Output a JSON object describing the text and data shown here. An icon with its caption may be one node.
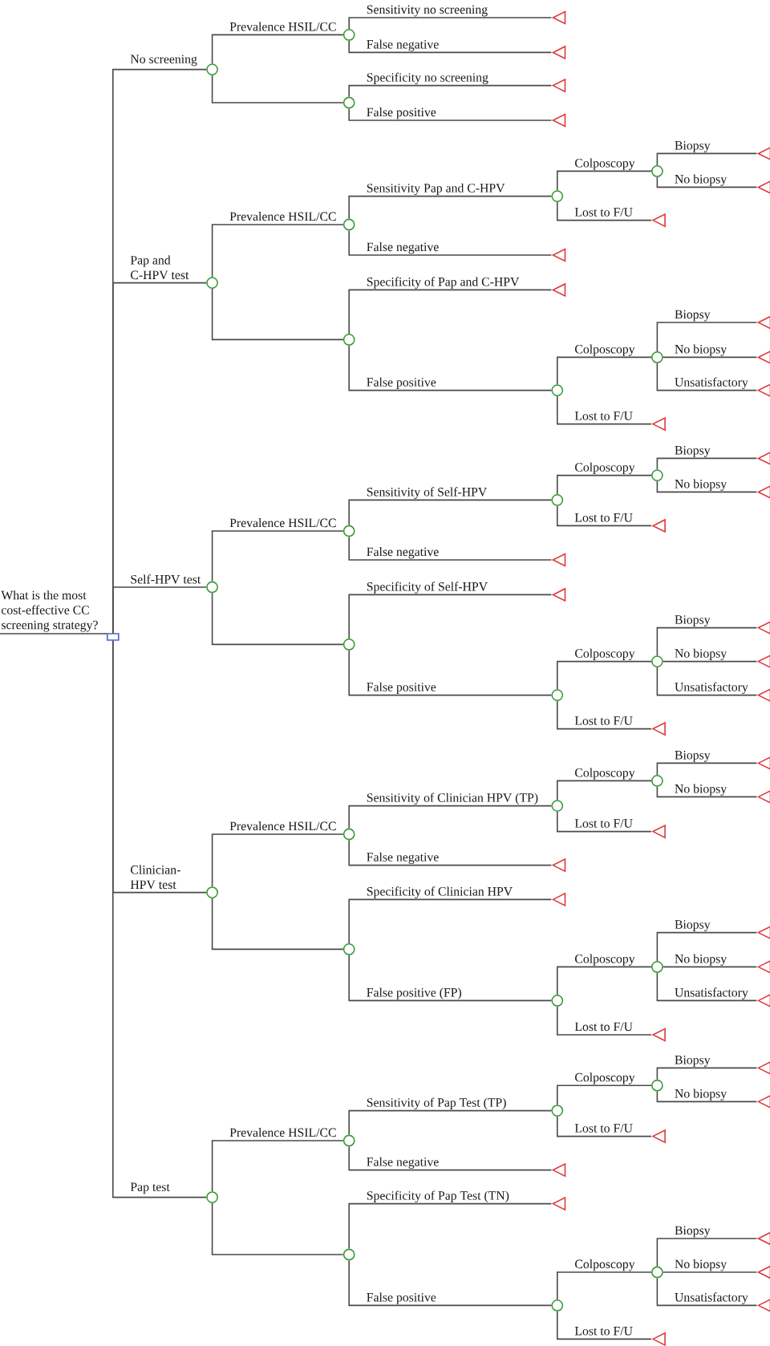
{
  "diagram": {
    "nodes": [
      {
        "text": [],
        "shape": "box",
        "beside": [
          "What is the most cost-effective CC screening strategy?"
        ]
      },
      {
        "text": [],
        "shape": "circle"
      },
      {
        "text": [],
        "shape": "circle"
      },
      {
        "text": [],
        "shape": "triangle"
      },
      {
        "text": [],
        "shape": "triangle"
      },
      {
        "text": [],
        "shape": "circle"
      },
      {
        "text": [],
        "shape": "triangle"
      },
      {
        "text": [],
        "shape": "triangle"
      },
      {
        "text": [],
        "shape": "circle"
      },
      {
        "text": [],
        "shape": "circle"
      },
      {
        "text": [],
        "shape": "circle"
      },
      {
        "text": [],
        "shape": "circle"
      },
      {
        "text": [],
        "shape": "triangle"
      },
      {
        "text": [],
        "shape": "triangle"
      },
      {
        "text": [],
        "shape": "triangle"
      },
      {
        "text": [],
        "shape": "triangle"
      },
      {
        "text": [],
        "shape": "circle"
      },
      {
        "text": [],
        "shape": "triangle"
      },
      {
        "text": [],
        "shape": "circle"
      },
      {
        "text": [],
        "shape": "circle"
      },
      {
        "text": [],
        "shape": "triangle"
      },
      {
        "text": [],
        "shape": "triangle"
      },
      {
        "text": [],
        "shape": "triangle"
      },
      {
        "text": [],
        "shape": "triangle"
      },
      {
        "text": [],
        "shape": "circle"
      },
      {
        "text": [],
        "shape": "circle"
      },
      {
        "text": [],
        "shape": "circle"
      },
      {
        "text": [],
        "shape": "circle"
      },
      {
        "text": [],
        "shape": "triangle"
      },
      {
        "text": [],
        "shape": "triangle"
      },
      {
        "text": [],
        "shape": "triangle"
      },
      {
        "text": [],
        "shape": "triangle"
      },
      {
        "text": [],
        "shape": "circle"
      },
      {
        "text": [],
        "shape": "triangle"
      },
      {
        "text": [],
        "shape": "circle"
      },
      {
        "text": [],
        "shape": "circle"
      },
      {
        "text": [],
        "shape": "triangle"
      },
      {
        "text": [],
        "shape": "triangle"
      },
      {
        "text": [],
        "shape": "triangle"
      },
      {
        "text": [],
        "shape": "triangle"
      },
      {
        "text": [],
        "shape": "circle"
      },
      {
        "text": [],
        "shape": "circle"
      },
      {
        "text": [],
        "shape": "circle"
      },
      {
        "text": [],
        "shape": "circle"
      },
      {
        "text": [],
        "shape": "triangle"
      },
      {
        "text": [],
        "shape": "triangle"
      },
      {
        "text": [],
        "shape": "triangle"
      },
      {
        "text": [],
        "shape": "triangle"
      },
      {
        "text": [],
        "shape": "circle"
      },
      {
        "text": [],
        "shape": "triangle"
      },
      {
        "text": [],
        "shape": "circle"
      },
      {
        "text": [],
        "shape": "circle"
      },
      {
        "text": [],
        "shape": "triangle"
      },
      {
        "text": [],
        "shape": "triangle"
      },
      {
        "text": [],
        "shape": "triangle"
      },
      {
        "text": [],
        "shape": "triangle"
      },
      {
        "text": [],
        "shape": "circle"
      },
      {
        "text": [],
        "shape": "circle"
      },
      {
        "text": [],
        "shape": "circle"
      },
      {
        "text": [],
        "shape": "circle"
      },
      {
        "text": [],
        "shape": "triangle"
      },
      {
        "text": [],
        "shape": "triangle"
      },
      {
        "text": [],
        "shape": "triangle"
      },
      {
        "text": [],
        "shape": "triangle"
      },
      {
        "text": [],
        "shape": "circle"
      },
      {
        "text": [],
        "shape": "triangle"
      },
      {
        "text": [],
        "shape": "circle"
      },
      {
        "text": [],
        "shape": "circle"
      },
      {
        "text": [],
        "shape": "triangle"
      },
      {
        "text": [],
        "shape": "triangle"
      },
      {
        "text": [],
        "shape": "triangle"
      },
      {
        "text": [],
        "shape": "triangle"
      }
    ],
    "edges": [
      {
        "from": 0,
        "to": 1,
        "arrow": "none",
        "label": "No screening"
      },
      {
        "from": 1,
        "to": 2,
        "arrow": "none",
        "label": "Prevalence HSIL/CC"
      },
      {
        "from": 2,
        "to": 3,
        "arrow": "none",
        "label": "Sensitivity no screening"
      },
      {
        "from": 2,
        "to": 4,
        "arrow": "none",
        "label": "False negative"
      },
      {
        "from": 1,
        "to": 5,
        "arrow": "none"
      },
      {
        "from": 5,
        "to": 6,
        "arrow": "none",
        "label": "Specificity no screening"
      },
      {
        "from": 5,
        "to": 7,
        "arrow": "none",
        "label": "False positive"
      },
      {
        "from": 0,
        "to": 8,
        "arrow": "none",
        "label": "Pap and C-HPV test"
      },
      {
        "from": 8,
        "to": 9,
        "arrow": "none",
        "label": "Prevalence HSIL/CC"
      },
      {
        "from": 9,
        "to": 10,
        "arrow": "none",
        "label": "Sensitivity Pap and C-HPV"
      },
      {
        "from": 10,
        "to": 11,
        "arrow": "none",
        "label": "Colposcopy"
      },
      {
        "from": 11,
        "to": 12,
        "arrow": "none",
        "label": "Biopsy"
      },
      {
        "from": 11,
        "to": 13,
        "arrow": "none",
        "label": "No biopsy"
      },
      {
        "from": 10,
        "to": 14,
        "arrow": "none",
        "label": "Lost to F/U"
      },
      {
        "from": 9,
        "to": 15,
        "arrow": "none",
        "label": "False negative"
      },
      {
        "from": 8,
        "to": 16,
        "arrow": "none"
      },
      {
        "from": 16,
        "to": 17,
        "arrow": "none",
        "label": "Specificity of Pap and C-HPV"
      },
      {
        "from": 16,
        "to": 18,
        "arrow": "none",
        "label": "False positive"
      },
      {
        "from": 18,
        "to": 19,
        "arrow": "none",
        "label": "Colposcopy"
      },
      {
        "from": 19,
        "to": 20,
        "arrow": "none",
        "label": "Biopsy"
      },
      {
        "from": 19,
        "to": 21,
        "arrow": "none",
        "label": "No biopsy"
      },
      {
        "from": 19,
        "to": 22,
        "arrow": "none",
        "label": "Unsatisfactory"
      },
      {
        "from": 18,
        "to": 23,
        "arrow": "none",
        "label": "Lost to F/U"
      },
      {
        "from": 0,
        "to": 24,
        "arrow": "none",
        "label": "Self-HPV test"
      },
      {
        "from": 24,
        "to": 25,
        "arrow": "none",
        "label": "Prevalence HSIL/CC"
      },
      {
        "from": 25,
        "to": 26,
        "arrow": "none",
        "label": "Sensitivity of Self-HPV"
      },
      {
        "from": 26,
        "to": 27,
        "arrow": "none",
        "label": "Colposcopy"
      },
      {
        "from": 27,
        "to": 28,
        "arrow": "none",
        "label": "Biopsy"
      },
      {
        "from": 27,
        "to": 29,
        "arrow": "none",
        "label": "No biopsy"
      },
      {
        "from": 26,
        "to": 30,
        "arrow": "none",
        "label": "Lost to F/U"
      },
      {
        "from": 25,
        "to": 31,
        "arrow": "none",
        "label": "False negative"
      },
      {
        "from": 24,
        "to": 32,
        "arrow": "none"
      },
      {
        "from": 32,
        "to": 33,
        "arrow": "none",
        "label": "Specificity of Self-HPV"
      },
      {
        "from": 32,
        "to": 34,
        "arrow": "none",
        "label": "False positive"
      },
      {
        "from": 34,
        "to": 35,
        "arrow": "none",
        "label": "Colposcopy"
      },
      {
        "from": 35,
        "to": 36,
        "arrow": "none",
        "label": "Biopsy"
      },
      {
        "from": 35,
        "to": 37,
        "arrow": "none",
        "label": "No biopsy"
      },
      {
        "from": 35,
        "to": 38,
        "arrow": "none",
        "label": "Unsatisfactory"
      },
      {
        "from": 34,
        "to": 39,
        "arrow": "none",
        "label": "Lost to F/U"
      },
      {
        "from": 0,
        "to": 40,
        "arrow": "none",
        "label": "Clinician-HPV test"
      },
      {
        "from": 40,
        "to": 41,
        "arrow": "none",
        "label": "Prevalence HSIL/CC"
      },
      {
        "from": 41,
        "to": 42,
        "arrow": "none",
        "label": "Sensitivity of Clinician HPV (TP)"
      },
      {
        "from": 42,
        "to": 43,
        "arrow": "none",
        "label": "Colposcopy"
      },
      {
        "from": 43,
        "to": 44,
        "arrow": "none",
        "label": "Biopsy"
      },
      {
        "from": 43,
        "to": 45,
        "arrow": "none",
        "label": "No biopsy"
      },
      {
        "from": 42,
        "to": 46,
        "arrow": "none",
        "label": "Lost to F/U"
      },
      {
        "from": 41,
        "to": 47,
        "arrow": "none",
        "label": "False negative"
      },
      {
        "from": 40,
        "to": 48,
        "arrow": "none"
      },
      {
        "from": 48,
        "to": 49,
        "arrow": "none",
        "label": "Specificity of Clinician HPV"
      },
      {
        "from": 48,
        "to": 50,
        "arrow": "none",
        "label": "False positive (FP)"
      },
      {
        "from": 50,
        "to": 51,
        "arrow": "none",
        "label": "Colposcopy"
      },
      {
        "from": 51,
        "to": 52,
        "arrow": "none",
        "label": "Biopsy"
      },
      {
        "from": 51,
        "to": 53,
        "arrow": "none",
        "label": "No biopsy"
      },
      {
        "from": 51,
        "to": 54,
        "arrow": "none",
        "label": "Unsatisfactory"
      },
      {
        "from": 50,
        "to": 55,
        "arrow": "none",
        "label": "Lost to F/U"
      },
      {
        "from": 0,
        "to": 56,
        "arrow": "none",
        "label": "Pap test"
      },
      {
        "from": 56,
        "to": 57,
        "arrow": "none",
        "label": "Prevalence HSIL/CC"
      },
      {
        "from": 57,
        "to": 58,
        "arrow": "none",
        "label": "Sensitivity of Pap Test (TP)"
      },
      {
        "from": 58,
        "to": 59,
        "arrow": "none",
        "label": "Colposcopy"
      },
      {
        "from": 59,
        "to": 60,
        "arrow": "none",
        "label": "Biopsy"
      },
      {
        "from": 59,
        "to": 61,
        "arrow": "none",
        "label": "No biopsy"
      },
      {
        "from": 58,
        "to": 62,
        "arrow": "none",
        "label": "Lost to F/U"
      },
      {
        "from": 57,
        "to": 63,
        "arrow": "none",
        "label": "False negative"
      },
      {
        "from": 56,
        "to": 64,
        "arrow": "none"
      },
      {
        "from": 64,
        "to": 65,
        "arrow": "none",
        "label": "Specificity of Pap Test (TN)"
      },
      {
        "from": 64,
        "to": 66,
        "arrow": "none",
        "label": "False positive"
      },
      {
        "from": 66,
        "to": 67,
        "arrow": "none",
        "label": "Colposcopy"
      },
      {
        "from": 67,
        "to": 68,
        "arrow": "none",
        "label": "Biopsy"
      },
      {
        "from": 67,
        "to": 69,
        "arrow": "none",
        "label": "No biopsy"
      },
      {
        "from": 67,
        "to": 70,
        "arrow": "none",
        "label": "Unsatisfactory"
      },
      {
        "from": 66,
        "to": 71,
        "arrow": "none",
        "label": "Lost to F/U"
      }
    ]
  }
}
